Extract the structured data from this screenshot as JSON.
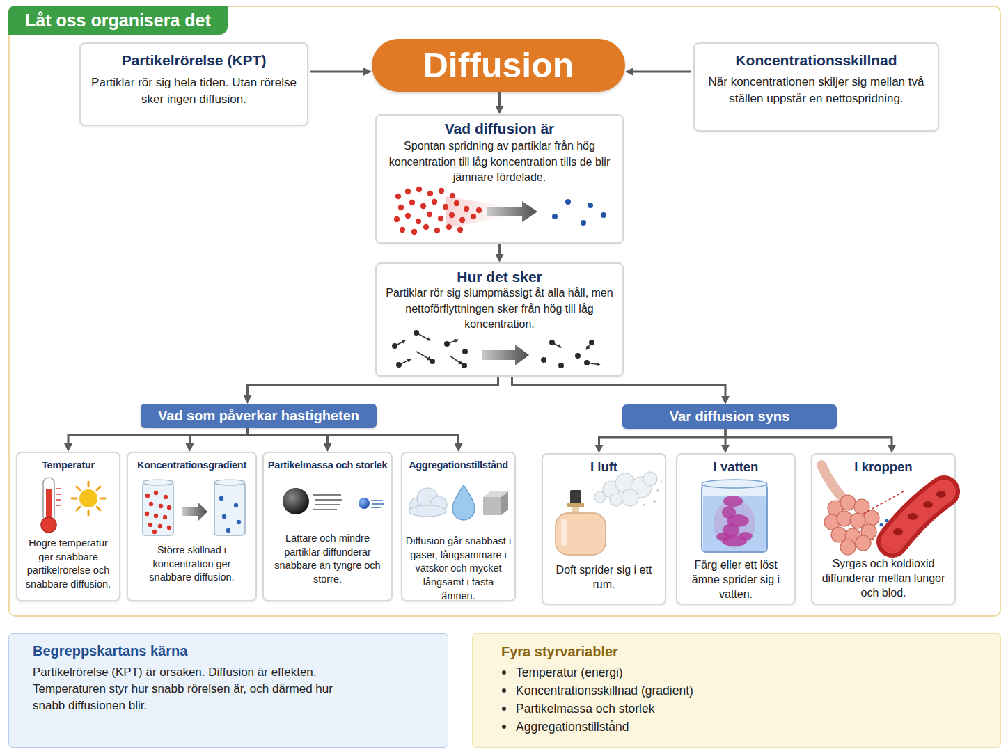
{
  "diagram": {
    "nodes": [
      {
        "text": [
          "Låt oss organisera det"
        ]
      },
      {
        "text": [
          "Partikelrörelse (KPT)",
          "Partiklar rör sig hela tiden. Utan rörelse sker ingen diffusion."
        ],
        "in": 0
      },
      {
        "text": [
          "Diffusion"
        ],
        "in": 0
      },
      {
        "text": [
          "Koncentrationsskillnad",
          "När koncentrationen skiljer sig mellan två ställen uppstår en nettospridning."
        ],
        "in": 0
      },
      {
        "text": [
          "Vad diffusion är",
          "Spontan spridning av partiklar från hög koncentration till låg koncentration tills de blir jämnare fördelade."
        ],
        "in": 0
      },
      {
        "text": [
          "Hur det sker",
          "Partiklar rör sig slumpmässigt åt alla håll, men nettoförflyttningen sker från hög till låg koncentration."
        ],
        "in": 0
      },
      {
        "text": [
          "Vad som påverkar hastigheten"
        ],
        "in": 0
      },
      {
        "text": [
          "Var diffusion syns"
        ],
        "in": 0
      },
      {
        "text": [
          "Temperatur",
          "Högre temperatur ger snabbare partikelrörelse och snabbare diffusion."
        ],
        "in": 0
      },
      {
        "text": [
          "Koncentrationsgradient",
          "Större skillnad i koncentration ger snabbare diffusion."
        ],
        "in": 0
      },
      {
        "text": [
          "Partikelmassa och storlek",
          "Lättare och mindre partiklar diffunderar snabbare än tyngre och större."
        ],
        "in": 0
      },
      {
        "text": [
          "Aggregationstillstånd",
          "Diffusion går snabbast i gaser, långsammare i vätskor och mycket långsamt i fasta ämnen."
        ],
        "in": 0
      },
      {
        "text": [
          "I luft",
          "Doft sprider sig i ett rum."
        ],
        "in": 0
      },
      {
        "text": [
          "I vatten",
          "Färg eller ett löst ämne sprider sig i vatten."
        ],
        "in": 0
      },
      {
        "text": [
          "I kroppen",
          "Syrgas och koldioxid diffunderar mellan lungor och blod."
        ],
        "in": 0
      },
      {
        "text": [
          "Begreppskartans kärna",
          "Partikelrörelse (KPT) är orsaken. Diffusion är effekten. Temperaturen styr hur snabb rörelsen är, och därmed hur snabb diffusionen blir."
        ]
      },
      {
        "text": [
          "Fyra styrvariabler",
          "Temperatur (energi)",
          "Koncentrationsskillnad (gradient)",
          "Partikelmassa och storlek",
          "Aggregationstillstånd"
        ]
      }
    ],
    "edges": [
      {
        "from": 1,
        "to": 2,
        "arrow": "to"
      },
      {
        "from": 3,
        "to": 2,
        "arrow": "to"
      },
      {
        "from": 2,
        "to": 4,
        "arrow": "to"
      },
      {
        "from": 4,
        "to": 5,
        "arrow": "to"
      },
      {
        "from": 5,
        "to": 6,
        "arrow": "to"
      },
      {
        "from": 5,
        "to": 7,
        "arrow": "to"
      },
      {
        "from": 6,
        "to": 8,
        "arrow": "to"
      },
      {
        "from": 6,
        "to": 9,
        "arrow": "to"
      },
      {
        "from": 6,
        "to": 10,
        "arrow": "to"
      },
      {
        "from": 6,
        "to": 11,
        "arrow": "to"
      },
      {
        "from": 7,
        "to": 12,
        "arrow": "to"
      },
      {
        "from": 7,
        "to": 13,
        "arrow": "to"
      },
      {
        "from": 7,
        "to": 14,
        "arrow": "to"
      }
    ]
  }
}
